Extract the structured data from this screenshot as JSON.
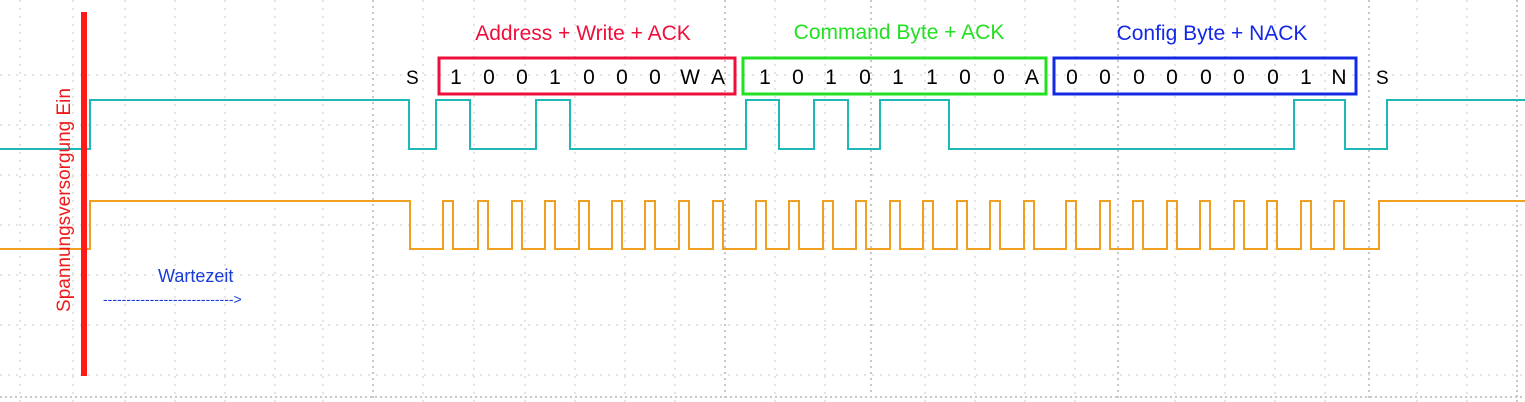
{
  "power_label": "Spannungsversorgung Ein",
  "wait": {
    "label": "Wartezeit",
    "arrow": "---------------------------->"
  },
  "start_symbol": "S",
  "stop_symbol": "S",
  "groups": [
    {
      "title": "Address + Write + ACK",
      "color": "#ee0f3a",
      "bits": [
        "1",
        "0",
        "0",
        "1",
        "0",
        "0",
        "0",
        "W",
        "A"
      ]
    },
    {
      "title": "Command Byte + ACK",
      "color": "#22e022",
      "bits": [
        "1",
        "0",
        "1",
        "0",
        "1",
        "1",
        "0",
        "0",
        "A"
      ]
    },
    {
      "title": "Config Byte + NACK",
      "color": "#1428e6",
      "bits": [
        "0",
        "0",
        "0",
        "0",
        "0",
        "0",
        "0",
        "1",
        "N"
      ]
    }
  ],
  "colors": {
    "sda": "#1fb8b8",
    "scl": "#f0a020",
    "power_bar": "#ff1a1a",
    "wait": "#1a3cd6",
    "grid": "#c8c8c8"
  }
}
